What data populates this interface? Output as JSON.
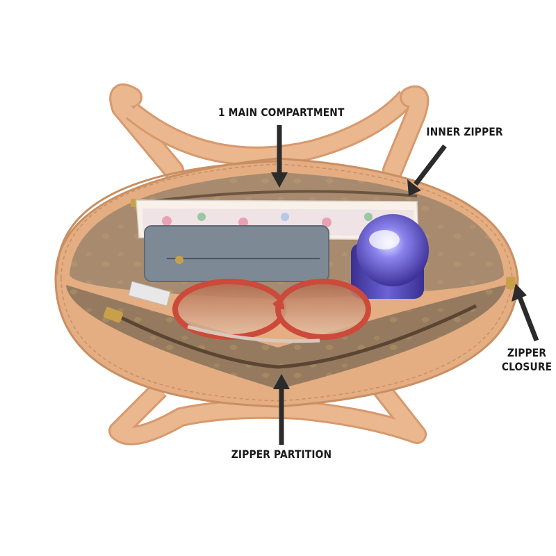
{
  "callouts": {
    "main_compartment": "1 MAIN COMPARTMENT",
    "inner_zipper": "INNER ZIPPER",
    "zipper_closure_line1": "ZIPPER",
    "zipper_closure_line2": "CLOSURE",
    "zipper_partition": "ZIPPER PARTITION"
  },
  "colors": {
    "strap": "#e9b58c",
    "strap_edge": "#d7996d",
    "lining": "#a88a6e",
    "lining_dark": "#8f735a",
    "arrow": "#2b2b2b",
    "wallet": "#7d8a95",
    "bottle": "#5a4fc7",
    "glasses": "#d05040"
  },
  "icons": [
    "arrow-down-icon",
    "arrow-up-icon",
    "arrow-diagonal-icon"
  ]
}
